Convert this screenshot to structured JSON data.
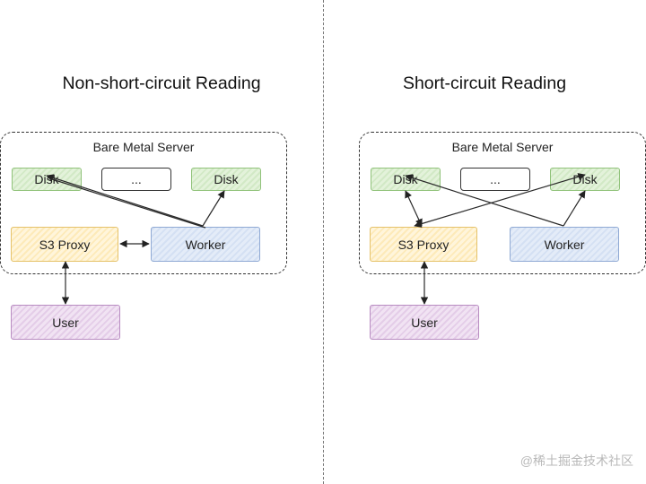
{
  "left_panel": {
    "title": "Non-short-circuit Reading",
    "server_label": "Bare Metal Server",
    "disk1": "Disk",
    "dots": "...",
    "disk2": "Disk",
    "proxy": "S3 Proxy",
    "worker": "Worker",
    "user": "User"
  },
  "right_panel": {
    "title": "Short-circuit Reading",
    "server_label": "Bare Metal Server",
    "disk1": "Disk",
    "dots": "...",
    "disk2": "Disk",
    "proxy": "S3 Proxy",
    "worker": "Worker",
    "user": "User"
  },
  "watermark": "@稀土掘金技术社区",
  "colors": {
    "disk": "#d5e8d4",
    "proxy": "#fff2cc",
    "worker": "#dae8fc",
    "user": "#e1d5e7"
  }
}
